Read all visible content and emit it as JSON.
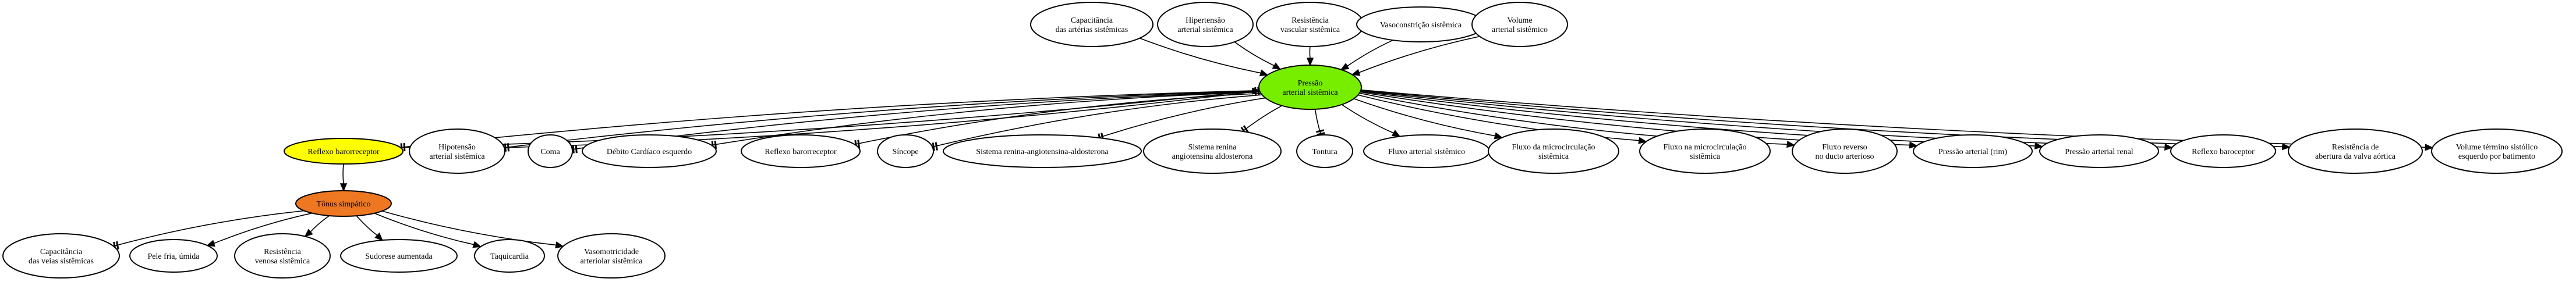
{
  "diagram": {
    "colors": {
      "default_fill": "#ffffff",
      "stroke": "#000000",
      "text": "#000000"
    },
    "nodes": [
      {
        "id": "cap_art",
        "label": [
          "Capacitância",
          "das artérias sistêmicas"
        ],
        "fill": "#ffffff"
      },
      {
        "id": "hipertensao",
        "label": [
          "Hipertensão",
          "arterial sistêmica"
        ],
        "fill": "#ffffff"
      },
      {
        "id": "resist_vasc",
        "label": [
          "Resistência",
          "vascular sistêmica"
        ],
        "fill": "#ffffff"
      },
      {
        "id": "vasoconstr",
        "label": [
          "Vasoconstrição sistêmica"
        ],
        "fill": "#ffffff"
      },
      {
        "id": "volume_art",
        "label": [
          "Volume",
          "arterial sistêmico"
        ],
        "fill": "#ffffff"
      },
      {
        "id": "pressao",
        "label": [
          "Pressão",
          "arterial sistêmica"
        ],
        "fill": "#77ee00"
      },
      {
        "id": "reflexo_baro_y",
        "label": [
          "Reflexo barorreceptor"
        ],
        "fill": "#ffff00"
      },
      {
        "id": "hipotensao",
        "label": [
          "Hipotensão",
          "arterial sistêmica"
        ],
        "fill": "#ffffff"
      },
      {
        "id": "coma",
        "label": [
          "Coma"
        ],
        "fill": "#ffffff"
      },
      {
        "id": "debito",
        "label": [
          "Débito Cardíaco esquerdo"
        ],
        "fill": "#ffffff"
      },
      {
        "id": "reflexo_baro_w",
        "label": [
          "Reflexo barorreceptor"
        ],
        "fill": "#ffffff"
      },
      {
        "id": "sincope",
        "label": [
          "Síncope"
        ],
        "fill": "#ffffff"
      },
      {
        "id": "sraa",
        "label": [
          "Sistema renina-angiotensina-aldosterona"
        ],
        "fill": "#ffffff"
      },
      {
        "id": "sist_renina",
        "label": [
          "Sistema renina",
          "angiotensina aldosterona"
        ],
        "fill": "#ffffff"
      },
      {
        "id": "tontura",
        "label": [
          "Tontura"
        ],
        "fill": "#ffffff"
      },
      {
        "id": "fluxo_art",
        "label": [
          "Fluxo arterial sistêmico"
        ],
        "fill": "#ffffff"
      },
      {
        "id": "fluxo_micro1",
        "label": [
          "Fluxo da microcirculação",
          "sistêmica"
        ],
        "fill": "#ffffff"
      },
      {
        "id": "fluxo_micro2",
        "label": [
          "Fluxo na microcirculação",
          "sistêmica"
        ],
        "fill": "#ffffff"
      },
      {
        "id": "fluxo_reverso",
        "label": [
          "Fluxo reverso",
          "no ducto arterioso"
        ],
        "fill": "#ffffff"
      },
      {
        "id": "pressao_rim",
        "label": [
          "Pressão arterial (rim)"
        ],
        "fill": "#ffffff"
      },
      {
        "id": "pressao_renal",
        "label": [
          "Pressão arterial renal"
        ],
        "fill": "#ffffff"
      },
      {
        "id": "reflexo_baroc",
        "label": [
          "Reflexo baroceptor"
        ],
        "fill": "#ffffff"
      },
      {
        "id": "resist_valva",
        "label": [
          "Resistência de",
          "abertura da valva aórtica"
        ],
        "fill": "#ffffff"
      },
      {
        "id": "vol_term",
        "label": [
          "Volume término sistólico",
          "esquerdo por batimento"
        ],
        "fill": "#ffffff"
      },
      {
        "id": "tonus",
        "label": [
          "Tônus simpático"
        ],
        "fill": "#ee7722"
      },
      {
        "id": "cap_veias",
        "label": [
          "Capacitância",
          "das veias sistêmicas"
        ],
        "fill": "#ffffff"
      },
      {
        "id": "pele",
        "label": [
          "Pele fria, úmida"
        ],
        "fill": "#ffffff"
      },
      {
        "id": "resist_ven",
        "label": [
          "Resistência",
          "venosa sistêmica"
        ],
        "fill": "#ffffff"
      },
      {
        "id": "sudorese",
        "label": [
          "Sudorese aumentada"
        ],
        "fill": "#ffffff"
      },
      {
        "id": "taquicardia",
        "label": [
          "Taquicardia"
        ],
        "fill": "#ffffff"
      },
      {
        "id": "vasomotric",
        "label": [
          "Vasomotricidade",
          "arteriolar sistêmica"
        ],
        "fill": "#ffffff"
      }
    ],
    "edges": [
      {
        "from": "cap_art",
        "to": "pressao",
        "type": "arrow"
      },
      {
        "from": "hipertensao",
        "to": "pressao",
        "type": "arrow"
      },
      {
        "from": "resist_vasc",
        "to": "pressao",
        "type": "arrow"
      },
      {
        "from": "vasoconstr",
        "to": "pressao",
        "type": "arrow"
      },
      {
        "from": "volume_art",
        "to": "pressao",
        "type": "arrow"
      },
      {
        "from": "pressao",
        "to": "reflexo_baro_y",
        "type": "inhibit"
      },
      {
        "from": "reflexo_baro_y",
        "to": "pressao",
        "type": "arrow"
      },
      {
        "from": "pressao",
        "to": "hipotensao",
        "type": "inhibit"
      },
      {
        "from": "hipotensao",
        "to": "pressao",
        "type": "inhibit"
      },
      {
        "from": "pressao",
        "to": "coma",
        "type": "inhibit"
      },
      {
        "from": "pressao",
        "to": "debito",
        "type": "inhibit"
      },
      {
        "from": "pressao",
        "to": "reflexo_baro_w",
        "type": "inhibit"
      },
      {
        "from": "pressao",
        "to": "sincope",
        "type": "inhibit"
      },
      {
        "from": "pressao",
        "to": "sraa",
        "type": "inhibit"
      },
      {
        "from": "pressao",
        "to": "sist_renina",
        "type": "inhibit"
      },
      {
        "from": "pressao",
        "to": "tontura",
        "type": "inhibit"
      },
      {
        "from": "pressao",
        "to": "fluxo_art",
        "type": "arrow"
      },
      {
        "from": "pressao",
        "to": "fluxo_micro1",
        "type": "arrow"
      },
      {
        "from": "pressao",
        "to": "fluxo_micro2",
        "type": "arrow"
      },
      {
        "from": "pressao",
        "to": "fluxo_reverso",
        "type": "arrow"
      },
      {
        "from": "pressao",
        "to": "pressao_rim",
        "type": "arrow"
      },
      {
        "from": "pressao",
        "to": "pressao_renal",
        "type": "arrow"
      },
      {
        "from": "pressao",
        "to": "reflexo_baroc",
        "type": "arrow"
      },
      {
        "from": "pressao",
        "to": "resist_valva",
        "type": "arrow"
      },
      {
        "from": "pressao",
        "to": "vol_term",
        "type": "arrow"
      },
      {
        "from": "reflexo_baro_y",
        "to": "tonus",
        "type": "arrow"
      },
      {
        "from": "tonus",
        "to": "cap_veias",
        "type": "inhibit"
      },
      {
        "from": "tonus",
        "to": "pele",
        "type": "arrow"
      },
      {
        "from": "tonus",
        "to": "resist_ven",
        "type": "arrow"
      },
      {
        "from": "tonus",
        "to": "sudorese",
        "type": "arrow"
      },
      {
        "from": "tonus",
        "to": "taquicardia",
        "type": "arrow"
      },
      {
        "from": "tonus",
        "to": "vasomotric",
        "type": "arrow"
      }
    ]
  }
}
